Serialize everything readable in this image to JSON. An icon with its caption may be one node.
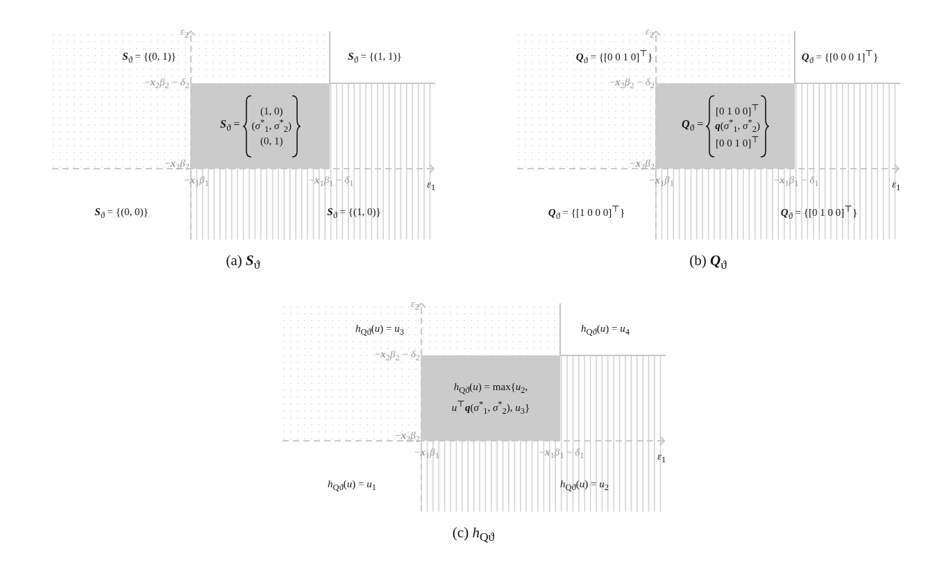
{
  "diagram": {
    "nodes": [
      {
        "text": [
          "**S**$_{ϑ}$ =",
          "(1, 0)",
          "(*σ*$^{*}$$_{1}$, *σ*$^{*}$$_{2}$)",
          "(0, 1)"
        ]
      },
      {
        "text": [
          "**Q**$_{ϑ}$ =",
          "[0 1 0 0]$^{⊤}$",
          "**q**(*σ*$^{*}$$_{1}$, *σ*$^{*}$$_{2}$)",
          "[0 0 1 0]$^{⊤}$"
        ]
      },
      {
        "text": [
          "*h*$_{Qϑ}$(*u*) = max{*u*$_{2}$, *u*$^{⊤}$**q**(*σ*$^{*}$$_{1}$, *σ*$^{*}$$_{2}$), *u*$_{3}$}"
        ]
      }
    ],
    "labels": [
      "*ε*$_{2}$",
      "**S**$_{ϑ}$ = {(0, 1)}",
      "**S**$_{ϑ}$ = {(1, 1)}",
      "−**x**$_{2}$*β*$_{2}$ − *δ*$_{2}$",
      "−**x**$_{2}$*β*$_{2}$",
      "−**x**$_{1}$*β*$_{1}$",
      "−**x**$_{1}$*β*$_{1}$ − *δ*$_{1}$",
      "*ε*$_{1}$",
      "**S**$_{ϑ}$ = {(0, 0)}",
      "**S**$_{ϑ}$ = {(1, 0)}",
      "(a) **S**$_{ϑ}$",
      "*ε*$_{2}$",
      "**Q**$_{ϑ}$ = {[0 0 1 0]$^{⊤}$}",
      "**Q**$_{ϑ}$ = {[0 0 0 1]$^{⊤}$}",
      "−**x**$_{2}$*β*$_{2}$ − *δ*$_{2}$",
      "−**x**$_{2}$*β*$_{2}$",
      "−**x**$_{1}$*β*$_{1}$",
      "−**x**$_{1}$*β*$_{1}$ − *δ*$_{1}$",
      "*ε*$_{1}$",
      "**Q**$_{ϑ}$ = {[1 0 0 0]$^{⊤}$}",
      "**Q**$_{ϑ}$ = {[0 1 0 0]$^{⊤}$}",
      "(b) **Q**$_{ϑ}$",
      "*ε*$_{2}$",
      "*h*$_{Qϑ}$(*u*) = *u*$_{3}$",
      "*h*$_{Qϑ}$(*u*) = *u*$_{4}$",
      "−**x**$_{2}$*β*$_{2}$ − *δ*$_{2}$",
      "−**x**$_{2}$*β*$_{2}$",
      "−**x**$_{1}$*β*$_{1}$",
      "−**x**$_{1}$*β*$_{1}$ − *δ*$_{1}$",
      "*ε*$_{1}$",
      "*h*$_{Qϑ}$(*u*) = *u*$_{1}$",
      "*h*$_{Qϑ}$(*u*) = *u*$_{2}$",
      "(c) *h*$_{Qϑ}$"
    ]
  }
}
